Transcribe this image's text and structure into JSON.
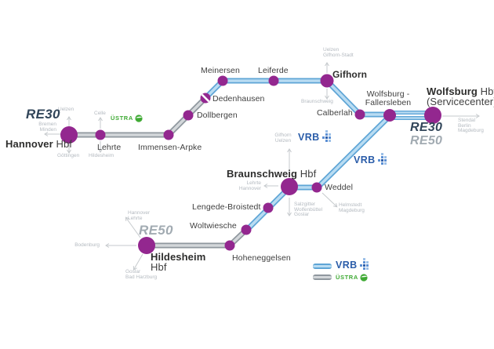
{
  "route_labels": {
    "re30": "RE30",
    "re50": "RE50"
  },
  "operators": {
    "vrb": "VRB",
    "ustra": "ÜSTRA"
  },
  "stations": {
    "hannover": {
      "name": "Hannover",
      "suffix": "Hbf"
    },
    "lehrte": {
      "label": "Lehrte"
    },
    "immensen": {
      "label": "Immensen-Arpke"
    },
    "dollbergen": {
      "label": "Dollbergen"
    },
    "dedenhausen": {
      "label": "Dedenhausen"
    },
    "meinersen": {
      "label": "Meinersen"
    },
    "leiferde": {
      "label": "Leiferde"
    },
    "gifhorn": {
      "label": "Gifhorn"
    },
    "calberlah": {
      "label": "Calberlah"
    },
    "fallersleben": {
      "label": "Wolfsburg -\nFallersleben"
    },
    "wolfsburg": {
      "name": "Wolfsburg",
      "suffix": "Hbf",
      "sub": "(Servicecenter)"
    },
    "braunschweig": {
      "name": "Braunschweig",
      "suffix": "Hbf"
    },
    "weddel": {
      "label": "Weddel"
    },
    "lengede": {
      "label": "Lengede-Broistedt"
    },
    "woltwiesche": {
      "label": "Woltwiesche"
    },
    "hoheneggelsen": {
      "label": "Hoheneggelsen"
    },
    "hildesheim": {
      "name": "Hildesheim",
      "suffix": "Hbf"
    }
  },
  "connections": {
    "hannover_up": "Uelzen",
    "hannover_left": "Bremen\nMinden",
    "hannover_down": "Göttingen",
    "lehrte_up": "Celle",
    "lehrte_down": "Hildesheim",
    "gifhorn_up": "Uelzen\nGifhorn-Stadt",
    "gifhorn_down": "Braunschweig",
    "braunschweig_up": "Gifhorn\nUelzen",
    "braunschweig_left": "Lehrte\nHannover",
    "braunschweig_down": "Salzgitter\nWolfenbüttel\nGoslar",
    "weddel_se": "Helmstedt\nMagdeburg",
    "wolfsburg_right": "Stendal\nBerlin\nMagdeburg",
    "hildesheim_up": "Hannover\nLehrte",
    "hildesheim_left": "Bodenburg",
    "hildesheim_down": "Goslar\nBad Harzburg"
  },
  "colors": {
    "station_dot": "#93278f",
    "vrb_line_edge": "#5ea5d6",
    "vrb_line_center": "#b9dcf2",
    "ustra_line_edge": "#8f979e",
    "ustra_line_center": "#d3d7da",
    "vrb_logo_blue": "#2b5da9",
    "ustra_green": "#3faa34",
    "re_dark": "#32465a",
    "re_gray": "#a2abb2"
  }
}
